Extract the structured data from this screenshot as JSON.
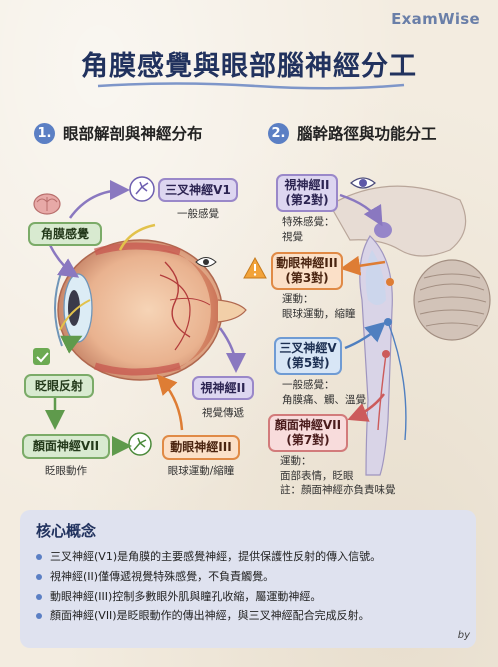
{
  "brand": "ExamWise",
  "title": "角膜感覺與眼部腦神經分工",
  "sections": [
    {
      "number": "1.",
      "label": "眼部解剖與神經分布"
    },
    {
      "number": "2.",
      "label": "腦幹路徑與功能分工"
    }
  ],
  "left_panel": {
    "corneal_sensation": "角膜感覺",
    "trigeminal_box": "三叉神經V1",
    "trigeminal_caption": "一般感覺",
    "blink_reflex": "眨眼反射",
    "facial_box": "顏面神經VII",
    "facial_caption": "眨眼動作",
    "oculomotor_box": "動眼神經III",
    "oculomotor_caption": "眼球運動/縮瞳",
    "optic_box": "視神經II",
    "optic_caption": "視覺傳遞"
  },
  "right_panel": {
    "optic": {
      "name": "視神經II",
      "pair": "(第2對)",
      "notes": [
        "特殊感覺：",
        "視覺"
      ]
    },
    "oculomotor": {
      "name": "動眼神經III",
      "pair": "(第3對)",
      "notes": [
        "運動：",
        "眼球運動，縮瞳"
      ]
    },
    "trigeminal": {
      "name": "三叉神經V",
      "pair": "(第5對)",
      "notes": [
        "一般感覺：",
        "角膜痛、觸、溫覺"
      ]
    },
    "facial": {
      "name": "顏面神經VII",
      "pair": "(第7對)",
      "notes": [
        "運動：",
        "面部表情，眨眼",
        "註：顏面神經亦負責味覺"
      ]
    }
  },
  "core_concepts": {
    "title": "核心概念",
    "items": [
      "三叉神經(V1)是角膜的主要感覺神經，提供保護性反射的傳入信號。",
      "視神經(II)僅傳遞視覺特殊感覺，不負責觸覺。",
      "動眼神經(III)控制多數眼外肌與瞳孔收縮，屬運動神經。",
      "顏面神經(VII)是眨眼動作的傳出神經，與三叉神經配合完成反射。"
    ]
  },
  "byline": "by",
  "colors": {
    "purple": "#9a88c9",
    "green": "#7bab68",
    "orange": "#e08a46",
    "blue": "#6f9bd4",
    "pink": "#d27b7b",
    "navy": "#21325e"
  },
  "icons": [
    "brain-icon",
    "nerve-icon",
    "eye-icon",
    "check-icon",
    "warning-icon",
    "muscle-icon"
  ]
}
